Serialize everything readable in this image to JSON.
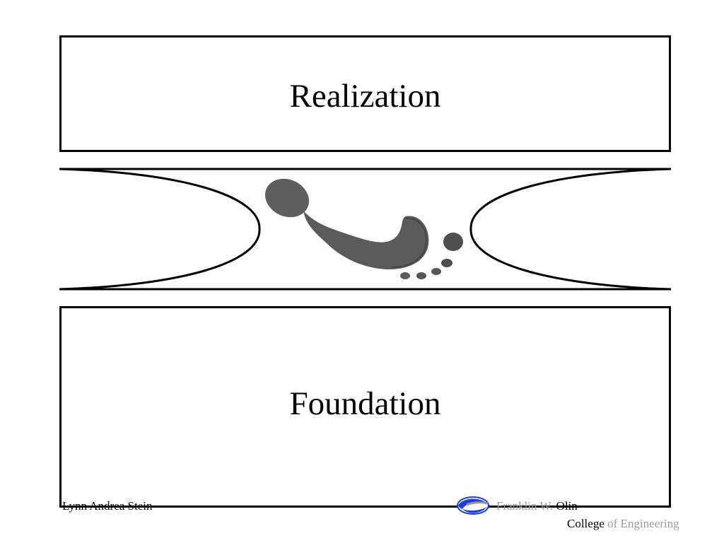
{
  "slide": {
    "top_box_label": "Realization",
    "bottom_box_label": "Foundation"
  },
  "footer": {
    "author": "Lynn Andrea Stein",
    "org_line1_part1": "Franklin W. ",
    "org_line1_part2": "Olin",
    "org_line2_part1": "College",
    "org_line2_part2": " of Engineering"
  },
  "icons": {
    "center_image": "footprint-icon",
    "logo": "olin-logo-icon"
  },
  "colors": {
    "logo_blue": "#1f3fd6",
    "footprint_gray": "#5a5a5a",
    "muted_text": "#9a9a9a"
  }
}
